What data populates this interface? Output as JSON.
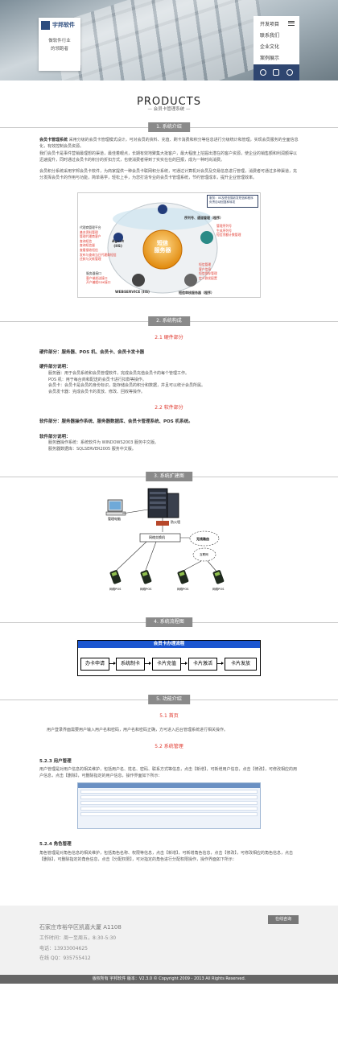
{
  "header": {
    "logo_name": "宇邦软件",
    "logo_sub": [
      "做软件行业",
      "的领跑者"
    ],
    "menu": [
      "开发项目",
      "联系我们",
      "企业文化",
      "案例展示"
    ],
    "social_icons": [
      "weibo-icon",
      "wechat-icon",
      "qq-icon"
    ]
  },
  "page": {
    "title": "PRODUCTS",
    "subtitle": "— 会员卡管理系统 —"
  },
  "sections": {
    "s1": "1. 系统介绍",
    "s2": "2. 系统构成",
    "s3": "3. 系统扩建图",
    "s4": "4. 系统流程图",
    "s5": "5. 功能介绍"
  },
  "intro": {
    "lead": "会员卡管理系统",
    "p1": "采用分级的会员卡管理模式设计，可对会员的资料、充值、刷卡消费和积分等信息进行分级统计和管理，实现会员服务的全面信息化，有效控制会员资源。",
    "p2": "我们会员卡是事件营销最理想的渠道，最佳着眼点，长期有效地聚集大批客户，最大程度上挖掘出潜在的客户资源，使企业的销售额和利润额得以迅速提升，同时通过会员卡的积分的折扣方式，也使消费者得到了实实在在的回报，成为一种时尚消费。",
    "p3": "会员积分系统采用宇邦会员卡软件，为商家提供一种会员卡联网积分系统，可通过计算机对会员及交易信息进行管理，消费者可通过多种渠道，充分发挥会员卡的作用与功能，简单易学，轻松上手，为您打造专业的会员卡管理系统，节约管理成本，提升企业管理效率。"
  },
  "diagram1": {
    "center": [
      "短信",
      "服务器"
    ],
    "note": "服务：IIS及短信猫收发短信和程序负责自动回复和转发",
    "left_group": [
      "代理商管理平台",
      "基本资料管理",
      "管理代理商客户",
      "查询短信",
      "查询短信量",
      "查看接收短信",
      "发布与查询当日代理商短信",
      "还款与欠款管理"
    ],
    "left_label": [
      "Agent",
      "(IIS)"
    ],
    "right_top_title": "序列号、通道管理（程序）",
    "right_top": [
      "管理序列号",
      "生成序列号",
      "短信余额计数管理"
    ],
    "right_bottom": [
      "短信管理",
      "客户信息",
      "短信保存管理",
      "定义群发配置"
    ],
    "right_bottom_label": "短信审核服务器（程序）",
    "bottom_left": [
      "服务器接口",
      "客户端发送接口",
      "开户编程SDK接口"
    ],
    "bottom_left_label": "WEBSERVICE (IIS)"
  },
  "composition": {
    "hw_title": "2.1 硬件部分",
    "hw_line": "硬件部分：服务器、POS 机、会员卡、会员卡发卡器",
    "hw_desc_title": "硬件部分说明：",
    "hw_desc": [
      "服务器：用于会员系统和会员管理软件，完成会员充值会员卡的每个管理工作。",
      "POS 机：用于每台商和配送的会员卡进行扣款等操作。",
      "会员卡：会员卡是会员的身份标识，能存储会员的积分和数据，并且可以统计会员所属。",
      "会员发卡器：完成会员卡的发放、修改、回收等操作。"
    ],
    "sw_title": "2.2 软件部分",
    "sw_line": "软件部分：服务器操作系统、服务器数据库、会员卡管理系统、POS 机系统。",
    "sw_desc_title": "软件部分说明：",
    "sw_desc": [
      "服务器操作系统：系统软件为 WINDOWS2003 服务中文版。",
      "服务器数据库：SQLSERVER2005 服务中文版。"
    ]
  },
  "network": {
    "pc": "管理电脑",
    "firewall": "防火墙",
    "switch": "网络交换机",
    "router": "无线路由",
    "pos": [
      "网络POS",
      "网络POS",
      "网络POS",
      "网络POS"
    ],
    "cloud_label": "互联网"
  },
  "flow": {
    "title": "会员卡办理流程",
    "steps": [
      "办卡申请",
      "系统制卡",
      "卡片充值",
      "卡片激活",
      "卡片发放"
    ]
  },
  "functions": {
    "f1_title": "5.1 首页",
    "f1_text": "用户登录界面需要用户输入用户名和密码，用户名和密码正确，方可进入后台管理系统进行相关操作。",
    "f2_title": "5.2 系统管理",
    "user_title": "5.2.3 用户管理",
    "user_text": "用户管理是对用户信息的相关维护，包括用户名、姓名、密码、联系方式等信息，点击【新增】，可新增用户信息，点击【修改】，可修改相应的用户信息，点击【删除】，可删除指定的用户信息，操作界面如下所示：",
    "role_title": "5.2.4 角色管理",
    "role_text": "角色管理是对角色信息的相关维护，包括角色名称、权限等信息，点击【新增】，可新增角色信息，点击【修改】，可修改相应的角色信息，点击【删除】，可删除指定的角色信息，点击【分配权限】，可对指定的角色进行分配权限操作，操作界面如下所示："
  },
  "footer": {
    "address": "石家庄市裕华区凯嘉大厦 A1108",
    "hours": "工作时间：周一至周五，8:30-5:30",
    "phone": "电话：13933004625",
    "qq": "在线 QQ：935755412",
    "online_button": "在线咨询",
    "copyright": "版权所有 宇邦软件 版本：V2.3.0 © Copyright 2009 - 2013 All Rights Reserved."
  }
}
